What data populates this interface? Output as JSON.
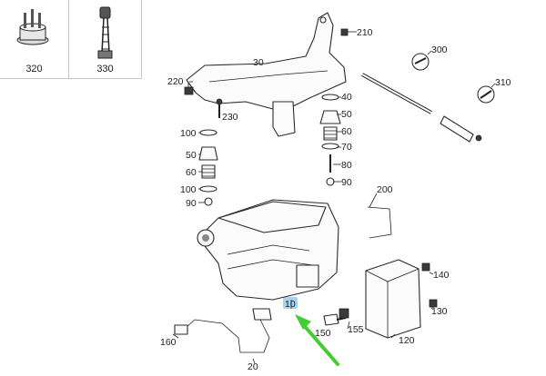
{
  "thumbnails": [
    {
      "label": "320",
      "icon": "valve-connector-icon"
    },
    {
      "label": "330",
      "icon": "wiring-harness-icon"
    }
  ],
  "highlight_color": "#a8d2ee",
  "arrow_color": "#44cc33",
  "callouts": {
    "c210": "210",
    "c30": "30",
    "c300": "300",
    "c310": "310",
    "c220": "220",
    "c230": "230",
    "c40": "40",
    "c50r": "50",
    "c60r": "60",
    "c70": "70",
    "c80": "80",
    "c90r": "90",
    "c100a": "100",
    "c50l": "50",
    "c60l": "60",
    "c100b": "100",
    "c90l": "90",
    "c200": "200",
    "c140": "140",
    "c130": "130",
    "c10": "10",
    "c150": "150",
    "c155": "155",
    "c120": "120",
    "c160": "160",
    "c20": "20"
  }
}
